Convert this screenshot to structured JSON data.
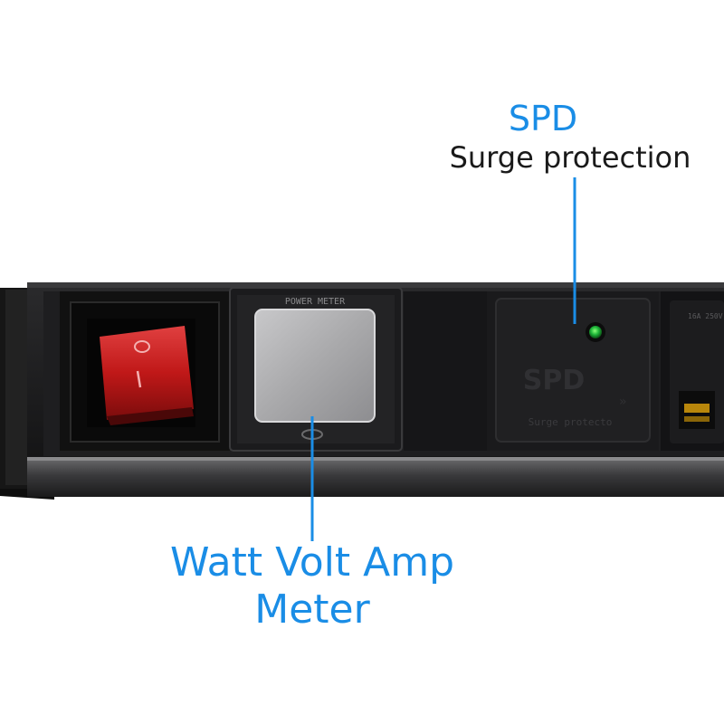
{
  "callouts": {
    "spd": {
      "title": "SPD",
      "subtitle": "Surge protection"
    },
    "meter": {
      "line1": "Watt Volt Amp",
      "line2": "Meter"
    }
  },
  "device": {
    "meter_panel_label": "POWER METER",
    "spd_module_label": "SPD",
    "spd_module_caption": "Surge protecto",
    "switch_symbols": [
      "O",
      "I"
    ],
    "socket_rating": "16A 250V"
  },
  "colors": {
    "callout_blue": "#1a8de6",
    "body_black": "#1c1c1e",
    "switch_red": "#c01818",
    "indicator_green": "#1fb83a"
  }
}
